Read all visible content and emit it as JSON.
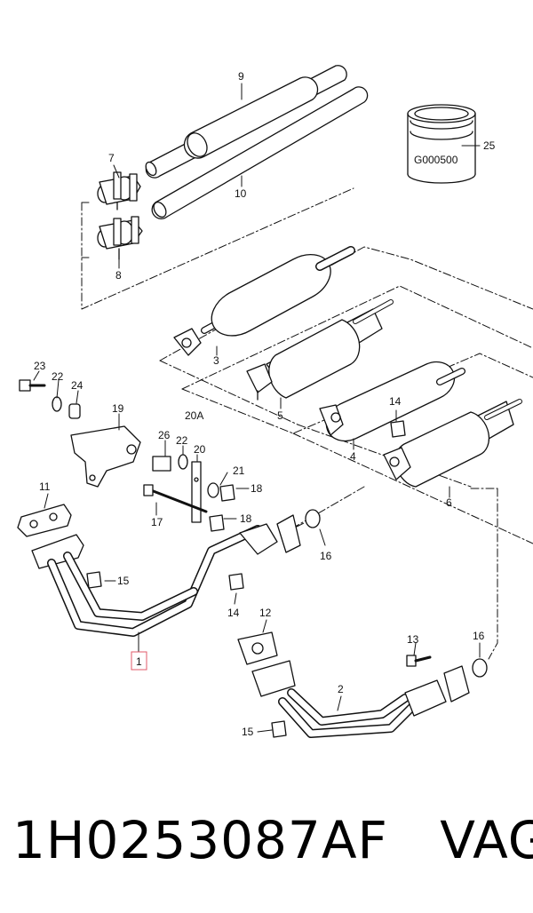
{
  "diagram": {
    "callouts": {
      "c1": "1",
      "c2": "2",
      "c3": "3",
      "c4": "4",
      "c5": "5",
      "c6": "6",
      "c7": "7",
      "c8": "8",
      "c9": "9",
      "c10": "10",
      "c11": "11",
      "c12": "12",
      "c13": "13",
      "c14a": "14",
      "c14b": "14",
      "c15a": "15",
      "c15b": "15",
      "c16a": "16",
      "c16b": "16",
      "c17": "17",
      "c18a": "18",
      "c18b": "18",
      "c19": "19",
      "c20": "20",
      "c20a": "20A",
      "c21": "21",
      "c22a": "22",
      "c22b": "22",
      "c23": "23",
      "c24": "24",
      "c25": "25",
      "c26": "26"
    },
    "can_label": "G000500",
    "highlight_color": "#e05a6a"
  },
  "caption": {
    "part_number": "1H0253087AF",
    "brand": "VAG"
  }
}
